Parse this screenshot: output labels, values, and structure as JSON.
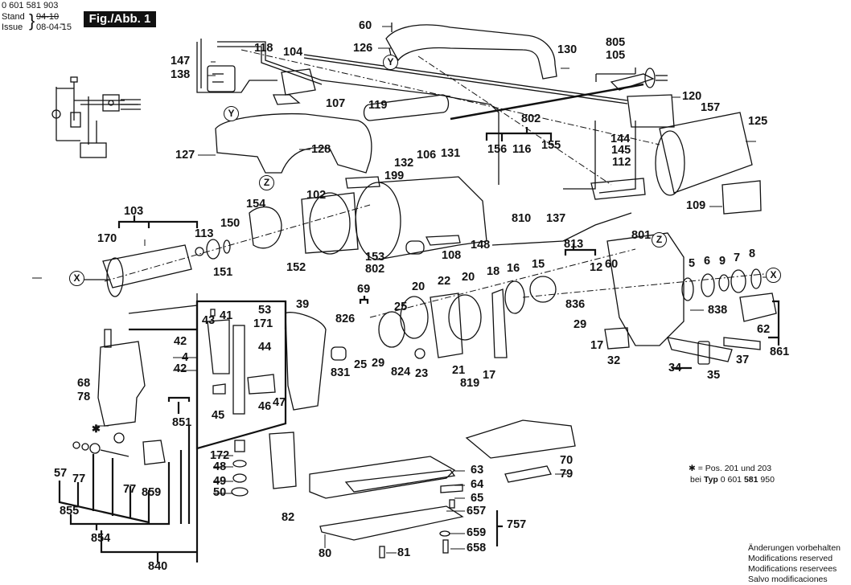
{
  "header": {
    "part_number": "0 601 581 903",
    "stand_label": "Stand",
    "issue_label": "Issue",
    "stand_value_struck": "94-10",
    "issue_value": "08-04-15",
    "figure_label": "Fig./Abb. 1"
  },
  "reference_circles": [
    "Y",
    "Y",
    "Z",
    "Z",
    "X",
    "X"
  ],
  "part_labels": {
    "p60a": "60",
    "p126": "126",
    "p130": "130",
    "p805": "805",
    "p105": "105",
    "p118": "118",
    "p104": "104",
    "p147": "147",
    "p138": "138",
    "p107": "107",
    "p119": "119",
    "p120": "120",
    "p157": "157",
    "p125": "125",
    "p127": "127",
    "p128": "128",
    "p106": "106",
    "p131": "131",
    "p132": "132",
    "p199": "199",
    "p802a": "802",
    "p156": "156",
    "p116": "116",
    "p155": "155",
    "p144": "144",
    "p145": "145",
    "p112": "112",
    "p109": "109",
    "p810": "810",
    "p137": "137",
    "p103": "103",
    "p154": "154",
    "p102": "102",
    "p170": "170",
    "p113": "113",
    "p150": "150",
    "p151": "151",
    "p152": "152",
    "p153": "153",
    "p802b": "802",
    "p108": "108",
    "p148": "148",
    "p813": "813",
    "p801": "801",
    "p5": "5",
    "p6": "6",
    "p9": "9",
    "p7": "7",
    "p8": "8",
    "p12": "12",
    "p60b": "60",
    "p836": "836",
    "p838": "838",
    "p62": "62",
    "p861": "861",
    "p29b": "29",
    "p17b": "17",
    "p32": "32",
    "p34": "34",
    "p35": "35",
    "p37": "37",
    "p69": "69",
    "p20a": "20",
    "p22": "22",
    "p20b": "20",
    "p18": "18",
    "p16": "16",
    "p15": "15",
    "p826": "826",
    "p25a": "25",
    "p25b": "25",
    "p29a": "29",
    "p831": "831",
    "p824": "824",
    "p23": "23",
    "p21": "21",
    "p819": "819",
    "p17a": "17",
    "p39": "39",
    "p53": "53",
    "p41": "41",
    "p43": "43",
    "p171": "171",
    "p44": "44",
    "p42a": "42",
    "p4": "4",
    "p42b": "42",
    "p68": "68",
    "p78": "78",
    "p45": "45",
    "p46": "46",
    "p47": "47",
    "p851": "851",
    "p172": "172",
    "p48": "48",
    "p49": "49",
    "p50": "50",
    "p57": "57",
    "p77a": "77",
    "p77b": "77",
    "p859": "859",
    "p855": "855",
    "p854": "854",
    "p840": "840",
    "p82": "82",
    "p70": "70",
    "p79": "79",
    "p63": "63",
    "p64": "64",
    "p65": "65",
    "p657": "657",
    "p659": "659",
    "p658": "658",
    "p757": "757",
    "p80": "80",
    "p81": "81",
    "star": "✱"
  },
  "notes": {
    "star_note_line1": "✱ = Pos. 201 und 203",
    "star_note_line2_prefix": "bei ",
    "star_note_line2_typ": "Typ",
    "star_note_line2_num": " 0 601 ",
    "star_note_line2_bold": "581",
    "star_note_line2_suffix": " 950",
    "modifications": [
      "Änderungen vorbehalten",
      "Modifications reserved",
      "Modifications reservees",
      "Salvo modificaciones"
    ]
  }
}
